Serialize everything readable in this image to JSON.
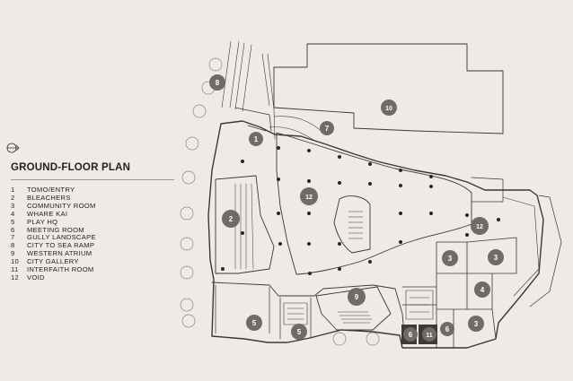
{
  "title": "GROUND-FLOOR PLAN",
  "legend": [
    {
      "num": "1",
      "label": "TOMO/ENTRY"
    },
    {
      "num": "2",
      "label": "BLEACHERS"
    },
    {
      "num": "3",
      "label": "COMMUNITY ROOM"
    },
    {
      "num": "4",
      "label": "WHARE KAI"
    },
    {
      "num": "5",
      "label": "PLAY HQ"
    },
    {
      "num": "6",
      "label": "MEETING ROOM"
    },
    {
      "num": "7",
      "label": "GULLY LANDSCAPE"
    },
    {
      "num": "8",
      "label": "CITY TO SEA RAMP"
    },
    {
      "num": "9",
      "label": "WESTERN ATRIUM"
    },
    {
      "num": "10",
      "label": "CITY GALLERY"
    },
    {
      "num": "11",
      "label": "INTERFAITH ROOM"
    },
    {
      "num": "12",
      "label": "VOID"
    }
  ],
  "markers": [
    {
      "num": "8",
      "room": "city-to-sea-ramp"
    },
    {
      "num": "10",
      "room": "city-gallery"
    },
    {
      "num": "7",
      "room": "gully-landscape"
    },
    {
      "num": "1",
      "room": "tomo-entry"
    },
    {
      "num": "12",
      "room": "void"
    },
    {
      "num": "2",
      "room": "bleachers"
    },
    {
      "num": "12",
      "room": "void"
    },
    {
      "num": "3",
      "room": "community-room"
    },
    {
      "num": "3",
      "room": "community-room"
    },
    {
      "num": "4",
      "room": "whare-kai"
    },
    {
      "num": "9",
      "room": "western-atrium"
    },
    {
      "num": "5",
      "room": "play-hq"
    },
    {
      "num": "5",
      "room": "play-hq"
    },
    {
      "num": "3",
      "room": "community-room"
    },
    {
      "num": "6",
      "room": "meeting-room"
    },
    {
      "num": "11",
      "room": "interfaith-room"
    },
    {
      "num": "6",
      "room": "meeting-room"
    }
  ],
  "colors": {
    "background": "#eeebe6",
    "line": "#3a3836",
    "marker_fill": "#6f6b66",
    "marker_text": "#ffffff",
    "highlight_fill": "#3d3a37"
  }
}
